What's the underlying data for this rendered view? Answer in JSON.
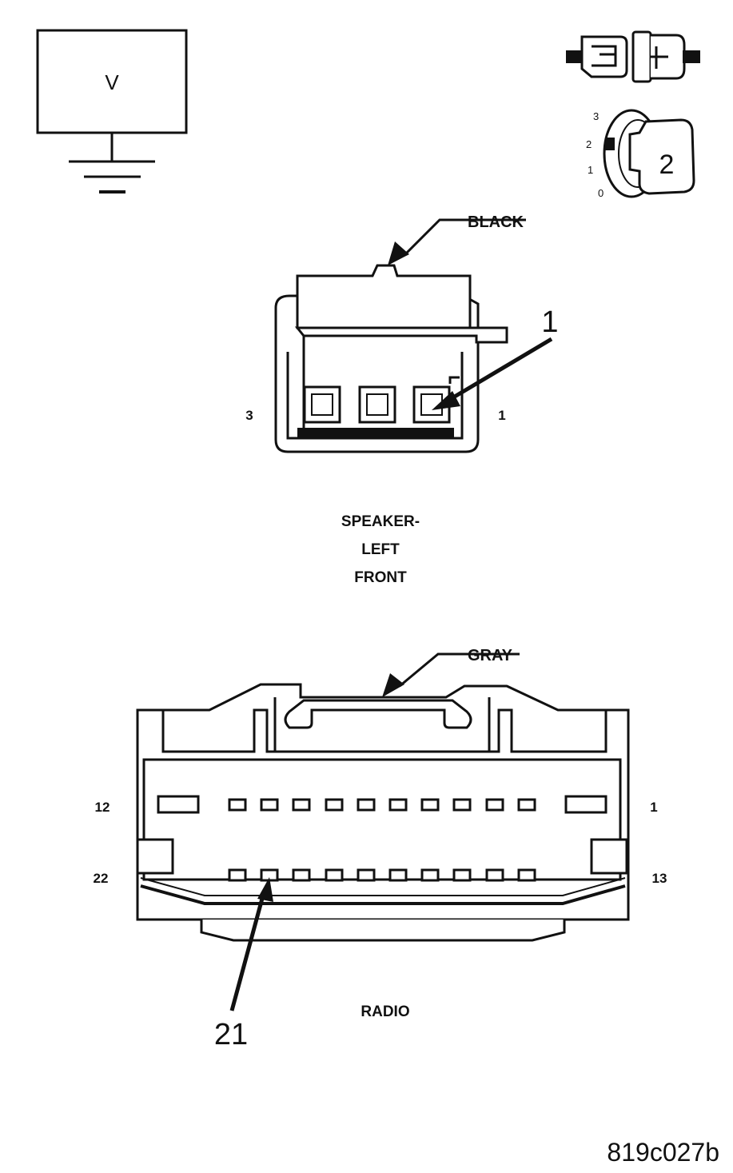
{
  "meter": {
    "label": "V"
  },
  "ignition": {
    "positions": [
      "3",
      "2",
      "1",
      "0"
    ],
    "selected": "2"
  },
  "speaker_connector": {
    "color_label": "BLACK",
    "pin_left": "3",
    "pin_right": "1",
    "callout": "1",
    "name_lines": [
      "SPEAKER-",
      "LEFT",
      "FRONT"
    ]
  },
  "radio_connector": {
    "color_label": "GRAY",
    "row1_left": "12",
    "row1_right": "1",
    "row2_left": "22",
    "row2_right": "13",
    "callout": "21",
    "name": "RADIO"
  },
  "figure_id": "819c027b"
}
